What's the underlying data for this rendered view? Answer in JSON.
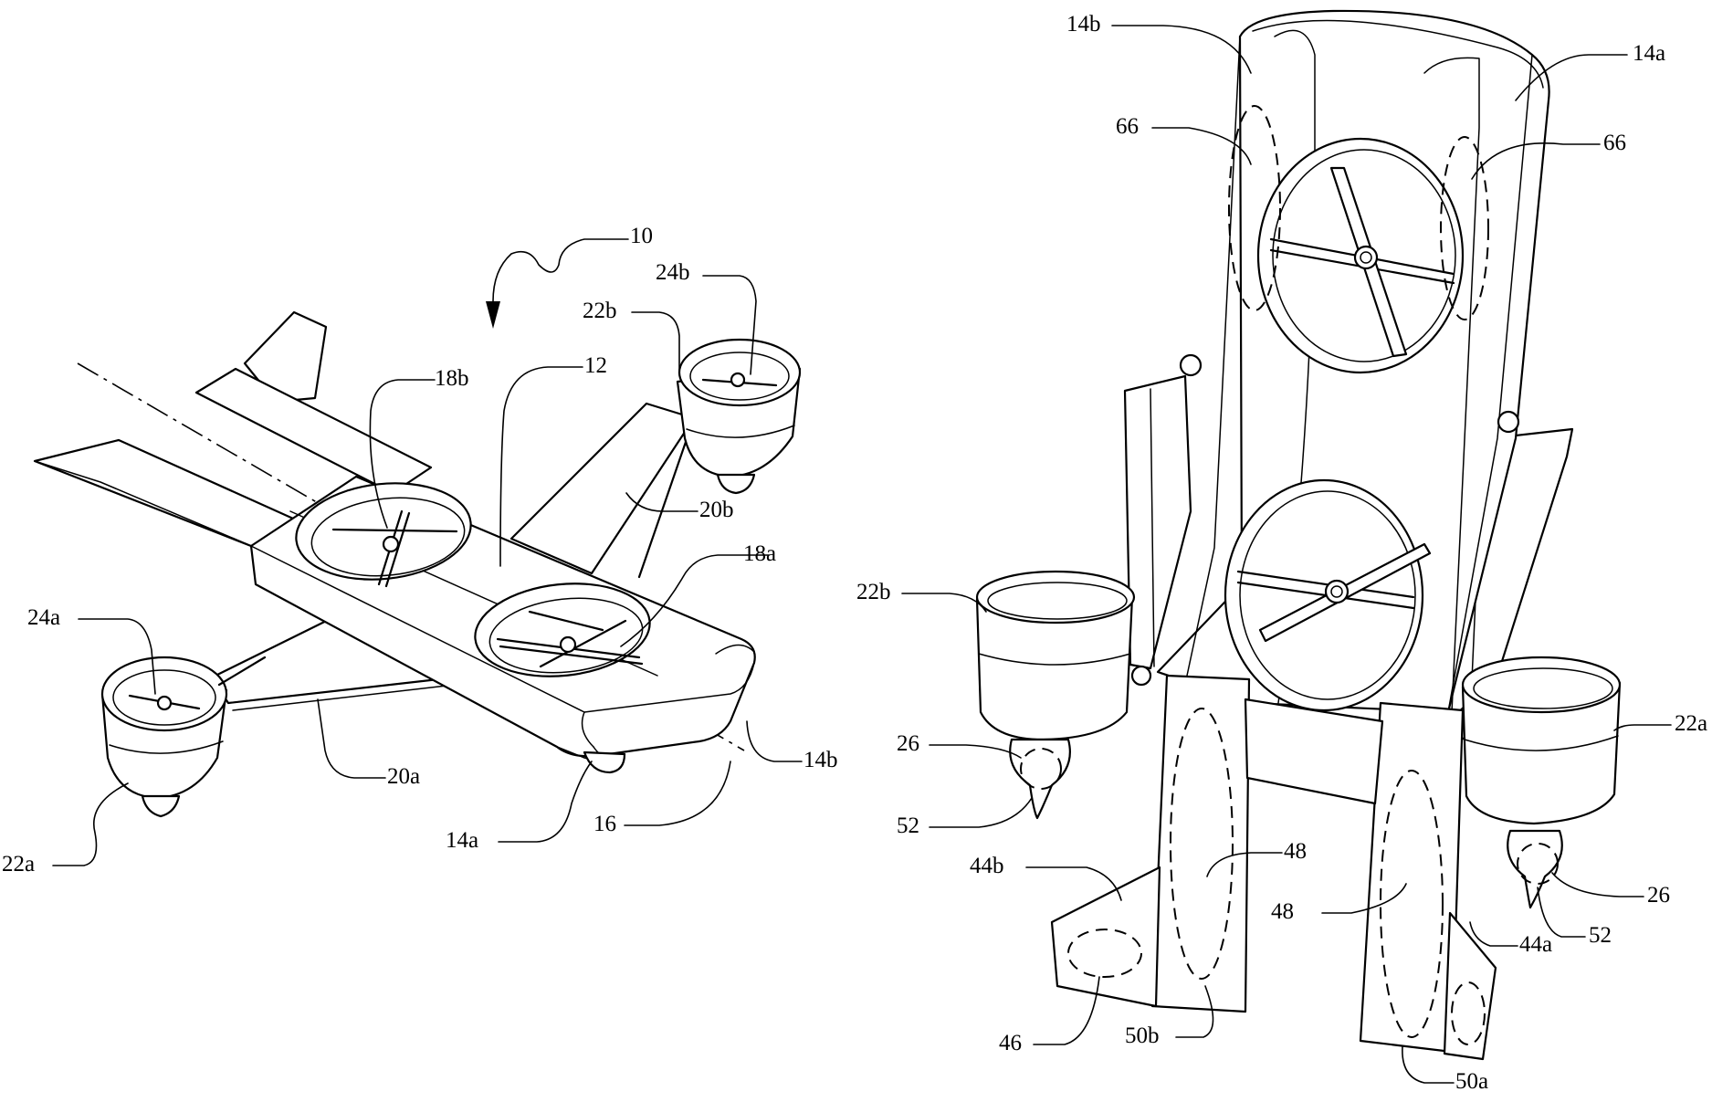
{
  "left_view": {
    "labels": {
      "l10": "10",
      "l12": "12",
      "l14a": "14a",
      "l14b": "14b",
      "l16": "16",
      "l18a": "18a",
      "l18b": "18b",
      "l20a": "20a",
      "l20b": "20b",
      "l22a": "22a",
      "l22b": "22b",
      "l24a": "24a",
      "l24b": "24b"
    }
  },
  "right_view": {
    "labels": {
      "l14a": "14a",
      "l14b": "14b",
      "l22a": "22a",
      "l22b": "22b",
      "l26_left": "26",
      "l26_right": "26",
      "l44a": "44a",
      "l44b": "44b",
      "l46": "46",
      "l48_upper": "48",
      "l48_lower": "48",
      "l50a": "50a",
      "l50b": "50b",
      "l52_left": "52",
      "l52_right": "52",
      "l66_left": "66",
      "l66_right": "66"
    }
  }
}
